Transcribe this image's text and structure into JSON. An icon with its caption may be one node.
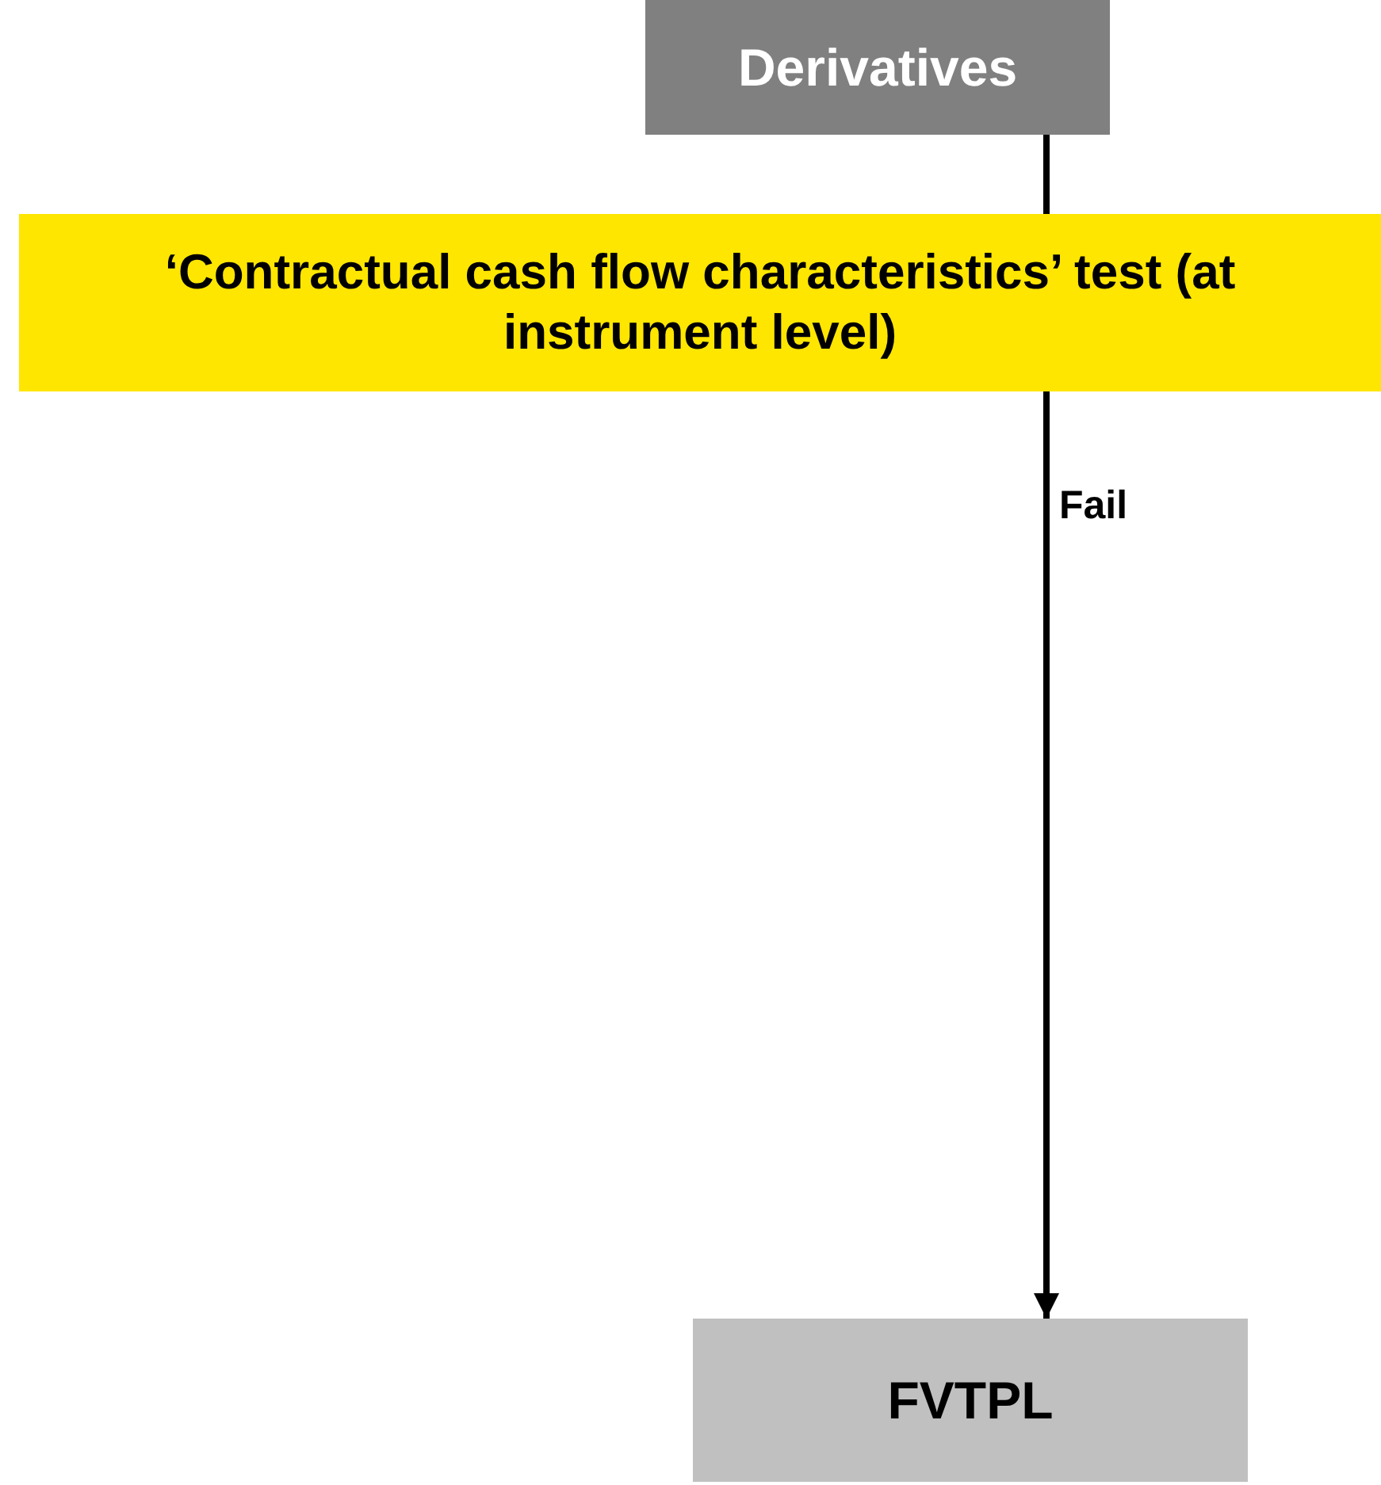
{
  "diagram": {
    "nodes": [
      {
        "text": [
          "Derivatives"
        ]
      },
      {
        "text": [
          "‘Contractual cash flow characteristics’ test (at instrument level)"
        ]
      },
      {
        "text": [
          "FVTPL"
        ]
      }
    ],
    "edges": [
      {
        "from": 0,
        "to": 1,
        "arrow": "none"
      },
      {
        "from": 1,
        "to": 2,
        "arrow": "to",
        "label": "Fail"
      }
    ]
  }
}
